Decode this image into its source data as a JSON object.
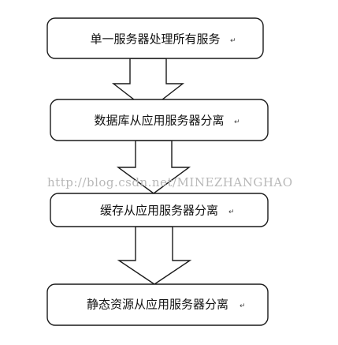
{
  "diagram": {
    "steps": [
      {
        "label": "单一服务器处理所有服务",
        "mark": "↵"
      },
      {
        "label": "数据库从应用服务器分离",
        "mark": "↵"
      },
      {
        "label": "缓存从应用服务器分离",
        "mark": "↵"
      },
      {
        "label": "静态资源从应用服务器分离",
        "mark": "↵"
      }
    ],
    "watermark": "http://blog.csdn.net/MINEZHANGHAO",
    "colors": {
      "stroke": "#1a1a1a",
      "fill": "#ffffff",
      "watermark": "#b8b8b8"
    }
  }
}
